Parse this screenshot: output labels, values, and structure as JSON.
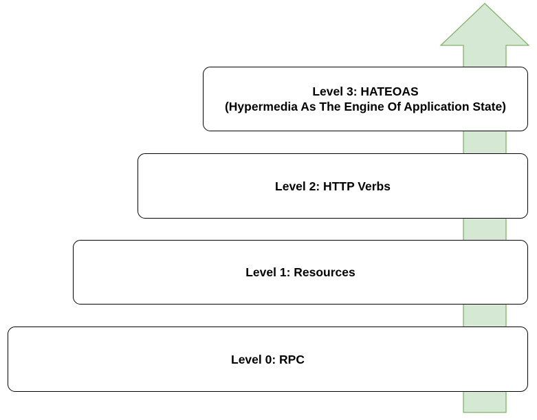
{
  "diagram": {
    "arrow_color_fill": "#d5e8d4",
    "arrow_color_stroke": "#82b366",
    "levels": [
      {
        "label": "Level 0: RPC"
      },
      {
        "label": "Level 1: Resources"
      },
      {
        "label": "Level 2: HTTP Verbs"
      },
      {
        "label": "Level 3: HATEOAS",
        "sublabel": "(Hypermedia As The Engine Of Application State)"
      }
    ]
  }
}
